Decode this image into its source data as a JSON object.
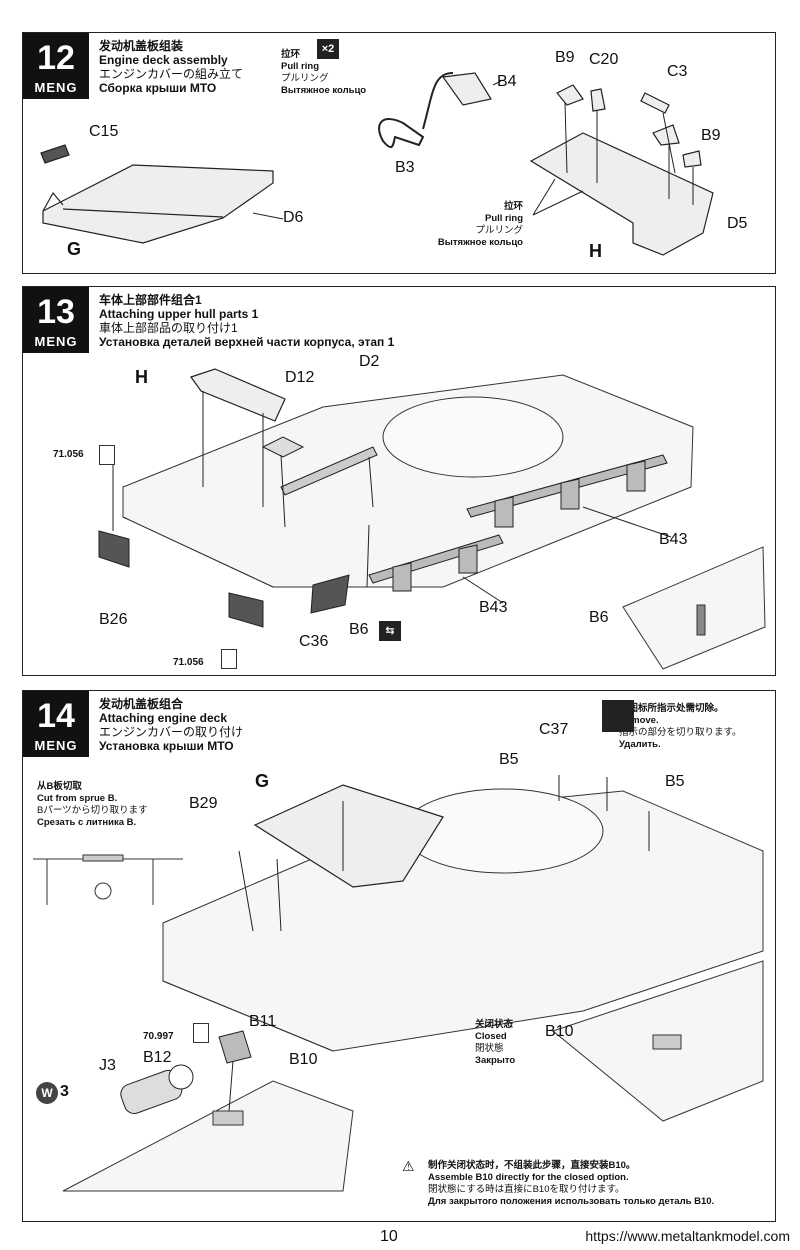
{
  "brand": "MENG",
  "step12": {
    "number": "12",
    "title_cn": "发动机盖板组装",
    "title_en": "Engine deck assembly",
    "title_jp": "エンジンカバーの組み立て",
    "title_ru": "Сборка крыши МТО",
    "pull_ring_cn": "拉环",
    "pull_ring_en": "Pull ring",
    "pull_ring_jp": "プルリング",
    "pull_ring_ru": "Вытяжное кольцо",
    "qty": "×2",
    "labels": [
      "C15",
      "D6",
      "G",
      "B4",
      "B3",
      "B9",
      "C20",
      "C3",
      "B9",
      "D5",
      "H"
    ]
  },
  "step13": {
    "number": "13",
    "title_cn": "车体上部部件组合1",
    "title_en": "Attaching upper hull parts 1",
    "title_jp": "車体上部部品の取り付け1",
    "title_ru": "Установка деталей верхней части корпуса, этап 1",
    "labels": [
      "H",
      "D12",
      "D2",
      "71.056",
      "B43",
      "B26",
      "C36",
      "B6",
      "B43",
      "B6",
      "71.056"
    ]
  },
  "step14": {
    "number": "14",
    "title_cn": "发动机盖板组合",
    "title_en": "Attaching engine deck",
    "title_jp": "エンジンカバーの取り付け",
    "title_ru": "Установка крыши МТО",
    "remove_cn": "此图标所指示处需切除。",
    "remove_en": "Remove.",
    "remove_jp": "指示の部分を切り取ります。",
    "remove_ru": "Удалить.",
    "sprue_cn": "从B板切取",
    "sprue_en": "Cut from sprue B.",
    "sprue_jp": "Bパーツから切り取ります",
    "sprue_ru": "Срезать с литника B.",
    "closed_cn": "关闭状态",
    "closed_en": "Closed",
    "closed_jp": "閉状態",
    "closed_ru": "Закрыто",
    "w3": "3",
    "labels": [
      "G",
      "B29",
      "C37",
      "B5",
      "B5",
      "70.997",
      "B11",
      "B12",
      "J3",
      "B10",
      "B10"
    ],
    "note": [
      "制作关闭状态时，不组装此步骤，直接安装B10。",
      "Assemble B10 directly for the closed option.",
      "閉状態にする時は直接にB10を取り付けます。",
      "Для закрытого положения использовать только деталь B10."
    ]
  },
  "page_number": "10",
  "url": "https://www.metaltankmodel.com"
}
